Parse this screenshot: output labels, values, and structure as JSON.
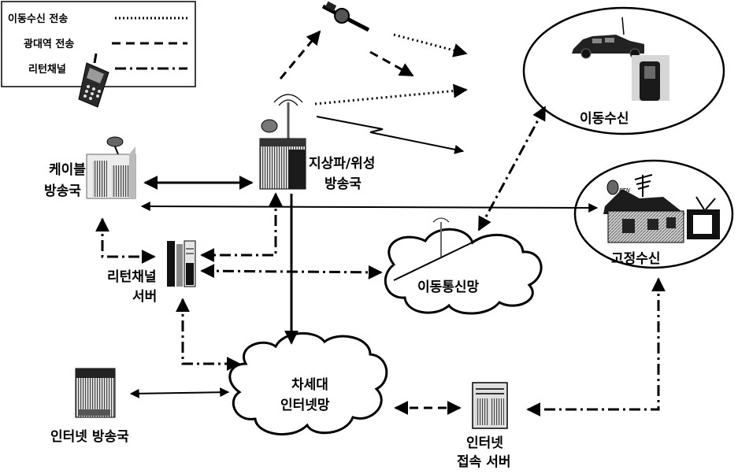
{
  "legend": {
    "mobile_transmission": "이동수신 전송",
    "wideband_transmission": "광대역 전송",
    "return_channel": "리턴채널"
  },
  "nodes": {
    "mobile_reception": "이동수신",
    "fixed_reception": "고정수신",
    "terrestrial_satellite_line1": "지상파/위성",
    "terrestrial_satellite_line2": "방송국",
    "cable_line1": "케이블",
    "cable_line2": "방송국",
    "return_server_line1": "리턴채널",
    "return_server_line2": "서버",
    "mobile_network": "이동통신망",
    "nextgen_internet_line1": "차세대",
    "nextgen_internet_line2": "인터넷망",
    "internet_broadcaster": "인터넷 방송국",
    "access_server_line1": "인터넷",
    "access_server_line2": "접속 서버"
  },
  "colors": {
    "ink": "#000000",
    "paper": "#ffffff",
    "gray": "#8a8a8a"
  }
}
